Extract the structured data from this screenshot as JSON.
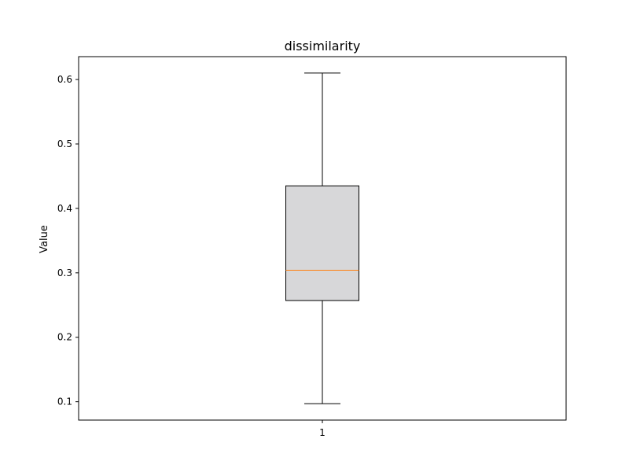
{
  "chart_data": {
    "type": "box",
    "title": "dissimilarity",
    "xlabel": "",
    "ylabel": "Value",
    "categories": [
      "1"
    ],
    "boxes": [
      {
        "category": "1",
        "whisker_low": 0.097,
        "q1": 0.257,
        "median": 0.304,
        "q3": 0.435,
        "whisker_high": 0.61
      }
    ],
    "yticks": [
      0.1,
      0.2,
      0.3,
      0.4,
      0.5,
      0.6
    ],
    "ytick_labels": [
      "0.1",
      "0.2",
      "0.3",
      "0.4",
      "0.5",
      "0.6"
    ],
    "ylim": [
      0.0715,
      0.6355
    ],
    "grid": false,
    "colors": {
      "box_fill": "#d7d7d9",
      "box_edge": "#000000",
      "median": "#ff7f0e",
      "whisker": "#000000"
    }
  }
}
